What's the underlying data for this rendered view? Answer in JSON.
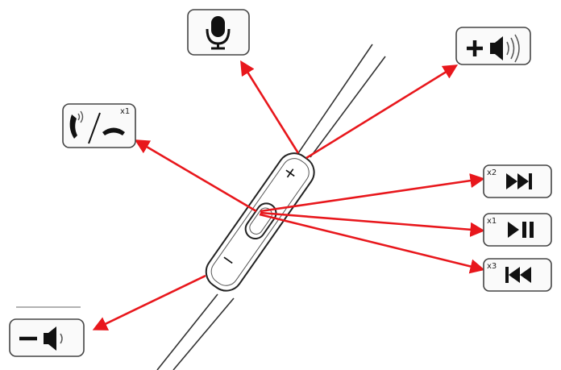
{
  "colors": {
    "arrow": "#e8171c",
    "ink": "#111111",
    "box": "#fafafa",
    "cable": "#333333"
  },
  "remote": {
    "plus_label": "+",
    "minus_label": "−"
  },
  "callouts": [
    {
      "id": "microphone",
      "icon": "microphone-icon",
      "label": ""
    },
    {
      "id": "volume-up",
      "icon": "volume-up-icon",
      "label": ""
    },
    {
      "id": "answer-end-call",
      "icon": "phone-answer-end-icon",
      "label": "x1"
    },
    {
      "id": "next-track",
      "icon": "next-track-icon",
      "label": "x2"
    },
    {
      "id": "play-pause",
      "icon": "play-pause-icon",
      "label": "x1"
    },
    {
      "id": "previous-track",
      "icon": "previous-track-icon",
      "label": "x3"
    },
    {
      "id": "volume-down",
      "icon": "volume-down-icon",
      "label": ""
    }
  ]
}
